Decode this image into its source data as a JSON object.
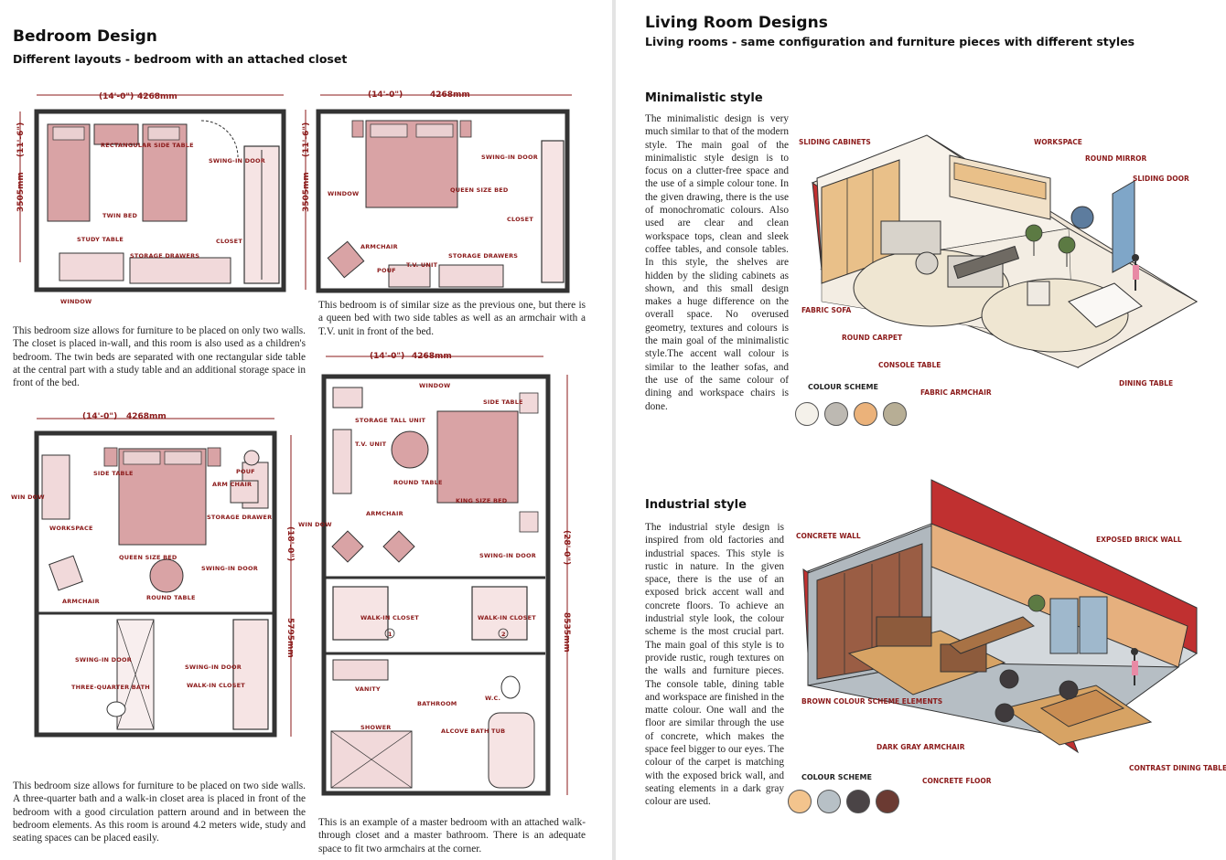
{
  "left_page": {
    "title": "Bedroom Design",
    "subtitle": "Different layouts - bedroom with an attached closet",
    "plan1": {
      "dim_ft": "(14'-0\")",
      "dim_mm": "4268mm",
      "side_ft": "(11'-6\")",
      "side_mm": "3505mm",
      "labels": [
        "RECTANGULAR SIDE TABLE",
        "SWING-IN DOOR",
        "TWIN BED",
        "STUDY TABLE",
        "CLOSET",
        "STORAGE DRAWERS",
        "WINDOW"
      ],
      "caption": "This bedroom size allows for furniture to be placed on only two walls. The closet is placed in-wall, and this room is also used as a children's bedroom. The twin beds are separated with one rectangular side table at the central part with a study table and an additional storage space in front of the bed."
    },
    "plan2": {
      "dim_ft": "(14'-0\")",
      "dim_mm": "4268mm",
      "side_ft": "(11'-6\")",
      "side_mm": "3505mm",
      "labels": [
        "SWING-IN DOOR",
        "WINDOW",
        "QUEEN SIZE BED",
        "CLOSET",
        "ARMCHAIR",
        "POUF",
        "T.V. UNIT",
        "STORAGE DRAWERS"
      ],
      "caption": "This bedroom is of similar size as the previous one, but there is a queen bed with two side tables as well as an armchair with a T.V. unit in front of the bed."
    },
    "plan3": {
      "dim_ft": "(14'-0\")",
      "dim_mm": "4268mm",
      "side_ft": "(18'-0\")",
      "side_mm": "5795mm",
      "labels": [
        "WIN DOW",
        "SIDE TABLE",
        "ARM CHAIR",
        "POUF",
        "WORKSPACE",
        "STORAGE DRAWER",
        "QUEEN SIZE BED",
        "SWING-IN DOOR",
        "ARMCHAIR",
        "ROUND TABLE",
        "SWING-IN DOOR",
        "THREE-QUARTER BATH",
        "SWING-IN DOOR",
        "WALK-IN CLOSET"
      ],
      "caption": "This bedroom size allows for furniture to be placed on two side walls. A three-quarter bath and a walk-in closet area is placed in front of the bedroom with a good circulation pattern around and in between the bedroom elements. As this room is around 4.2 meters wide, study and seating spaces can be placed easily."
    },
    "plan4": {
      "dim_ft": "(14'-0\")",
      "dim_mm": "4268mm",
      "side_ft": "(28'-0\")",
      "side_mm": "8535mm",
      "labels": [
        "WINDOW",
        "SIDE TABLE",
        "STORAGE TALL UNIT",
        "T.V. UNIT",
        "ROUND TABLE",
        "KING SIZE BED",
        "WIN DOW",
        "ARMCHAIR",
        "SWING-IN DOOR",
        "WALK-IN CLOSET",
        "WALK-IN CLOSET",
        "VANITY",
        "W.C.",
        "BATHROOM",
        "SHOWER",
        "ALCOVE BATH TUB"
      ],
      "circle1": "1",
      "circle2": "2",
      "caption": "This is an example of a master bedroom with an attached walk-through closet and a master bathroom. There is an adequate space to fit two armchairs at the corner."
    }
  },
  "right_page": {
    "title": "Living Room Designs",
    "subtitle": "Living rooms - same configuration and furniture pieces with different styles",
    "minimal": {
      "heading": "Minimalistic style",
      "text": "The minimalistic design is very much similar to that of the modern style. The main goal of the minimalistic style design is to focus on a clutter-free space and the use of a simple colour tone. In the given drawing, there is the use of monochromatic colours. Also used are clear and clean workspace tops, clean and sleek coffee tables, and console tables. In this style, the shelves are hidden by the sliding cabinets as shown, and this small design makes a huge difference on the overall space. No overused geometry, textures and colours is the main goal of the minimalistic style.The accent wall colour is similar to the leather sofas, and the use of the same colour of dining and workspace chairs is done.",
      "labels": [
        "SLIDING CABINETS",
        "WORKSPACE",
        "ROUND MIRROR",
        "SLIDING DOOR",
        "FABRIC SOFA",
        "ROUND CARPET",
        "CONSOLE TABLE",
        "FABRIC ARMCHAIR",
        "DINING TABLE"
      ],
      "colour_scheme_label": "COLOUR SCHEME",
      "swatches": [
        "#f4f1ea",
        "#bdb9b2",
        "#ebb27a",
        "#b7ae95"
      ]
    },
    "industrial": {
      "heading": "Industrial style",
      "text": "The industrial style design is inspired from old factories and industrial spaces. This style is rustic in nature. In the given space, there is the use of an exposed brick accent wall and concrete floors. To achieve an industrial style look, the colour scheme is the most crucial part. The main goal of this style is to provide rustic, rough textures on the walls and furniture pieces. The console table, dining table and workspace are finished in the matte colour. One wall and the floor are similar through the use of concrete, which makes the space feel bigger to our eyes. The colour of the carpet is matching with the exposed brick wall, and seating elements in a dark gray colour are used.",
      "labels": [
        "CONCRETE WALL",
        "EXPOSED BRICK WALL",
        "BROWN COLOUR SCHEME ELEMENTS",
        "DARK GRAY ARMCHAIR",
        "CONCRETE FLOOR",
        "CONTRAST DINING TABLE"
      ],
      "colour_scheme_label": "COLOUR SCHEME",
      "swatches": [
        "#f3c48d",
        "#b7c0c6",
        "#4a4446",
        "#6b3a32"
      ]
    }
  }
}
